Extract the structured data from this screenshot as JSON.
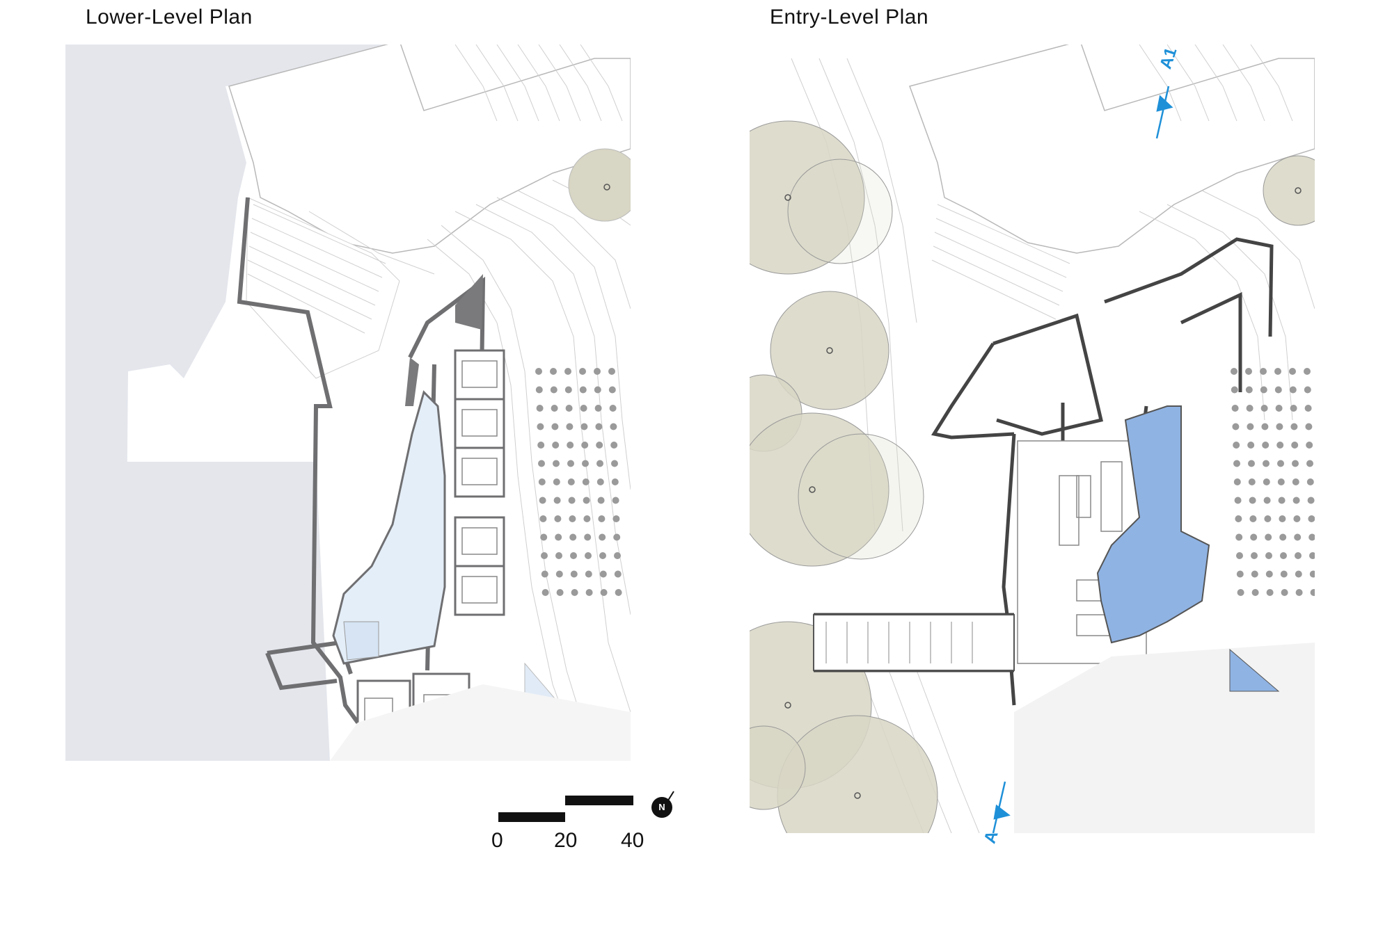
{
  "titles": {
    "lower": "Lower-Level Plan",
    "entry": "Entry-Level Plan"
  },
  "scale_bar": {
    "labels": [
      "0",
      "20",
      "40"
    ]
  },
  "north_arrow": {
    "label": "N"
  },
  "section_markers": {
    "a1": "A1",
    "a": "A"
  },
  "colors": {
    "terrain_gray": "#e4e6ec",
    "pool_light": "#e4eef8",
    "pool_entry": "#8fb3e3",
    "tree_canopy": "#d8d6c4",
    "wall": "#6f6f72",
    "line": "#c8c8c8",
    "section_blue": "#1e90d8"
  },
  "icons": [
    "north-arrow-icon",
    "section-arrow-icon",
    "tree-icon",
    "olive-grove-icon"
  ]
}
